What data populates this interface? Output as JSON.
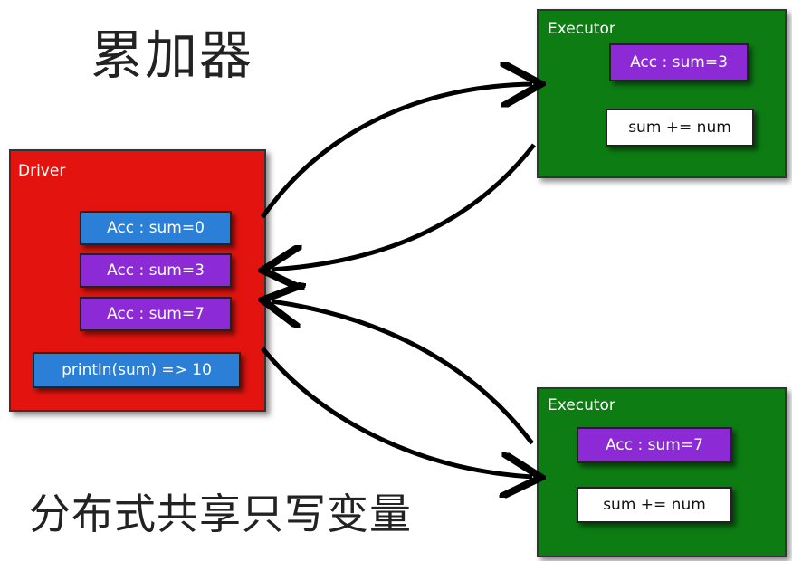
{
  "title": "累加器",
  "subtitle": "分布式共享只写变量",
  "driver": {
    "label": "Driver",
    "items": [
      "Acc : sum=0",
      "Acc : sum=3",
      "Acc : sum=7",
      "println(sum) => 10"
    ]
  },
  "executor_top": {
    "label": "Executor",
    "acc": "Acc : sum=3",
    "op": "sum += num"
  },
  "executor_bottom": {
    "label": "Executor",
    "acc": "Acc : sum=7",
    "op": "sum += num"
  },
  "colors": {
    "driver": "#e3140f",
    "executor": "#0d7d13",
    "acc_blue": "#2b7fd6",
    "acc_purple": "#8c2bd6"
  }
}
